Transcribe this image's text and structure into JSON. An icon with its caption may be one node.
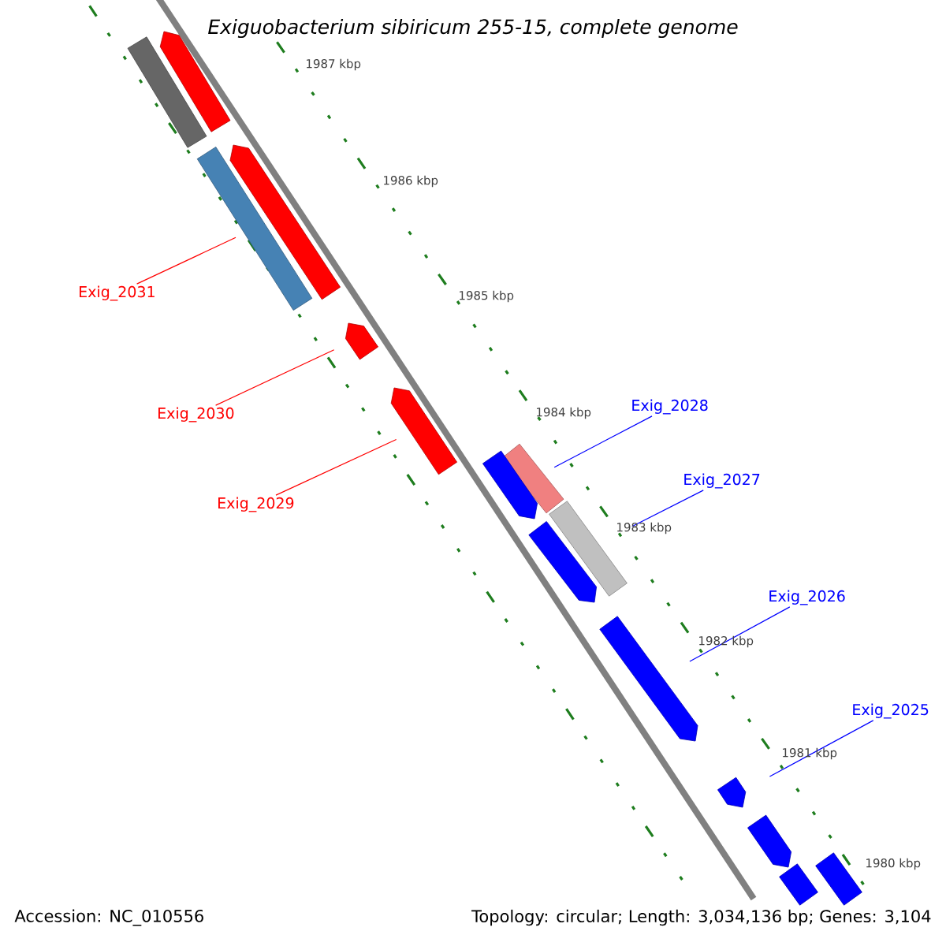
{
  "diagram": {
    "title": "*Exiguobacterium sibiricum 255-15, complete genome*",
    "nodes": [
      {
        "text": [
          "Exig_2031"
        ]
      },
      {
        "text": [
          "Exig_2030"
        ]
      },
      {
        "text": [
          "Exig_2029"
        ]
      },
      {
        "text": [
          "Exig_2028"
        ]
      },
      {
        "text": [
          "Exig_2027"
        ]
      },
      {
        "text": [
          "Exig_2026"
        ]
      },
      {
        "text": [
          "Exig_2025"
        ]
      },
      {
        "text": [],
        "shape": "bar"
      },
      {
        "text": [],
        "shape": "bar"
      },
      {
        "text": [],
        "shape": "bar"
      },
      {
        "text": [],
        "shape": "bar"
      },
      {
        "text": [],
        "shape": "bar"
      },
      {
        "text": [],
        "shape": "bar"
      },
      {
        "text": [],
        "shape": "bar"
      },
      {
        "text": [],
        "shape": "bar"
      },
      {
        "text": [],
        "shape": "bar"
      },
      {
        "text": [],
        "shape": "bar"
      },
      {
        "text": [],
        "shape": "bar"
      },
      {
        "text": [],
        "shape": "bar"
      },
      {
        "text": [],
        "shape": "bar"
      },
      {
        "text": [],
        "shape": "bar"
      },
      {
        "text": [],
        "shape": "bar"
      }
    ],
    "edges": [
      {
        "from": 0,
        "to": 9,
        "arrow": "none",
        "color": "#ff0000"
      },
      {
        "from": 1,
        "to": 11,
        "arrow": "none",
        "color": "#ff0000"
      },
      {
        "from": 2,
        "to": 12,
        "arrow": "none",
        "color": "#ff0000"
      },
      {
        "from": 3,
        "to": 13,
        "arrow": "none"
      },
      {
        "from": 4,
        "to": 16,
        "arrow": "none"
      },
      {
        "from": 5,
        "to": 17,
        "arrow": "none"
      },
      {
        "from": 6,
        "to": 18,
        "arrow": "none"
      }
    ],
    "labels": [
      "1987 kbp",
      "1986 kbp",
      "1985 kbp",
      "1984 kbp",
      "1983 kbp",
      "1982 kbp",
      "1981 kbp",
      "1980 kbp",
      "Accession: NC_010556",
      "Topology: circular; Length: 3,034,136 bp; Genes: 3,104"
    ]
  }
}
